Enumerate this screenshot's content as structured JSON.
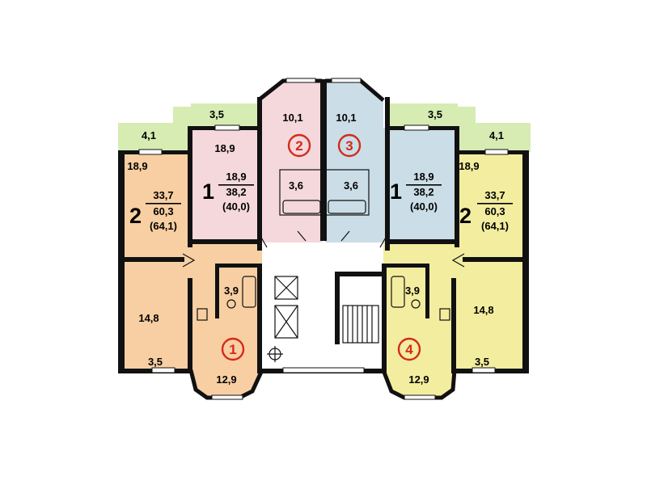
{
  "colors": {
    "unit1": "#f8cfa2",
    "unit2": "#f4d8dc",
    "unit3": "#cbdde6",
    "unit4": "#f3ed9f",
    "balcony": "#d6ecb3",
    "wall": "#111111",
    "unit_number": "#d42a1c"
  },
  "apartments": [
    {
      "number": "1",
      "room_count": "2",
      "living_area": "33,7",
      "total_area": "60,3",
      "total_with_balcony": "(64,1)"
    },
    {
      "number": "2",
      "room_count": "1",
      "living_area": "18,9",
      "total_area": "38,2",
      "total_with_balcony": "(40,0)"
    },
    {
      "number": "3",
      "room_count": "1",
      "living_area": "18,9",
      "total_area": "38,2",
      "total_with_balcony": "(40,0)"
    },
    {
      "number": "4",
      "room_count": "2",
      "living_area": "33,7",
      "total_area": "60,3",
      "total_with_balcony": "(64,1)"
    }
  ],
  "rooms": {
    "left_balcony_top": "4,1",
    "left_room_top": "18,9",
    "left_room_bottom": "14,8",
    "left_balcony_bottom": "3,5",
    "left_bath": "3,9",
    "left_kitchen": "12,9",
    "center_left_balcony": "3,5",
    "center_left_room": "18,9",
    "center_left_kitchen": "10,1",
    "center_left_bath": "3,6",
    "center_right_kitchen": "10,1",
    "center_right_bath": "3,6",
    "center_right_balcony": "3,5",
    "right_balcony_top": "4,1",
    "right_room_top": "18,9",
    "right_room_bottom": "14,8",
    "right_balcony_bottom": "3,5",
    "right_bath": "3,9",
    "right_kitchen": "12,9"
  }
}
